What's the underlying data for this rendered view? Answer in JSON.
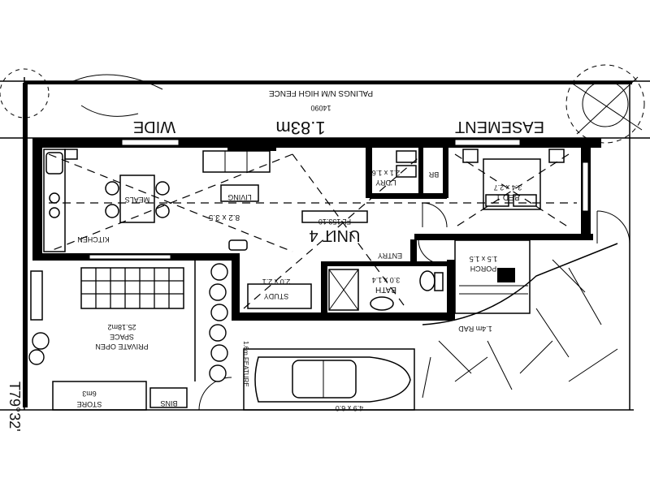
{
  "plan": {
    "unit_label": "UNIT 4",
    "area_label": "FL 153.10",
    "fence_note": "PALINGS N/M HIGH FENCE",
    "fence_dim": "14090",
    "easement_width": "1.83m",
    "easement_word_wide": "WIDE",
    "easement_word": "EASEMENT",
    "bearing_label": "T79°32'",
    "rooms": {
      "kitchen": "KITCHEN",
      "meals": "MEALS",
      "living": "LIVING",
      "living_dim": "8.2 x 3.5",
      "study": "STUDY",
      "study_dim": "2.0 x 2.1",
      "bath": "BATH",
      "bath_dim": "3.0 x 1.4",
      "bed1": "BED 1",
      "bed1_dim": "3.4 x 2.7",
      "lndry": "L'DRY",
      "lndry_dim": "2.1 x 1.6",
      "br": "BR",
      "porch": "PORCH",
      "porch_dim": "1.5 x 1.5",
      "entry": "ENTRY",
      "private_open": "PRIVATE OPEN",
      "space": "SPACE",
      "pos_area": "25.18m2",
      "store": "STORE",
      "store_vol": "6m3",
      "bins": "BINS",
      "garden_radius": "1.4m RAD",
      "carport": "4.9 x 6.0",
      "landscape": "1.6m FEATURE"
    }
  }
}
